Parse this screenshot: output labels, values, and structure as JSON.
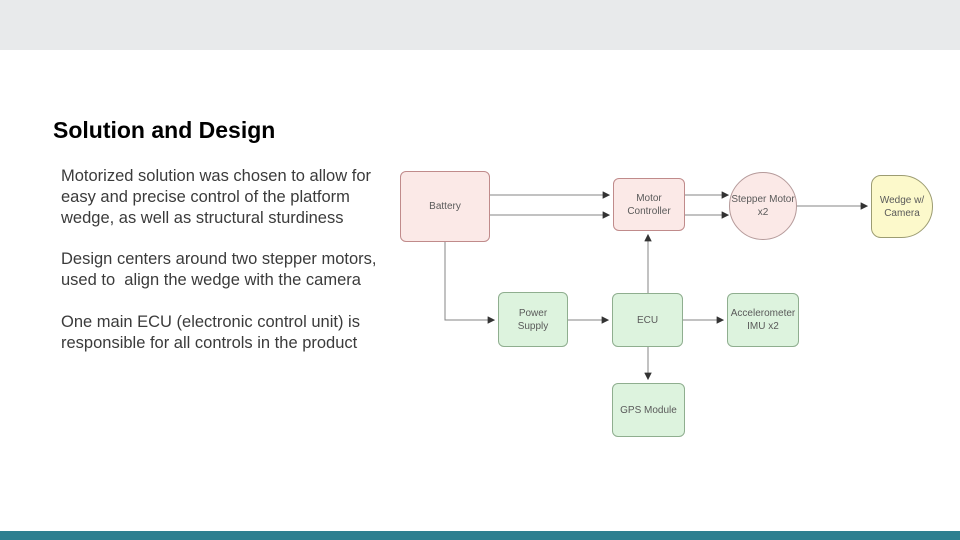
{
  "slide": {
    "title": "Solution and Design",
    "bullets": [
      "Motorized solution was chosen to allow for\neasy and precise control of the platform\nwedge, as well as structural sturdiness",
      "Design centers around two stepper motors,\nused to  align the wedge with the camera",
      "One main ECU (electronic control unit) is\nresponsible for all controls in the product"
    ]
  },
  "diagram": {
    "nodes": {
      "battery": {
        "label": "Battery",
        "shape": "rounded-rect",
        "color": "pink"
      },
      "motor_controller": {
        "label": "Motor\nController",
        "shape": "rounded-rect",
        "color": "pink"
      },
      "stepper_motor": {
        "label": "Stepper Motor\nx2",
        "shape": "circle",
        "color": "pink"
      },
      "wedge_camera": {
        "label": "Wedge w/\nCamera",
        "shape": "delay",
        "color": "yellow"
      },
      "power_supply": {
        "label": "Power\nSupply",
        "shape": "rounded-rect",
        "color": "green"
      },
      "ecu": {
        "label": "ECU",
        "shape": "rounded-rect",
        "color": "green"
      },
      "accelerometer": {
        "label": "Accelerometer\nIMU x2",
        "shape": "rounded-rect",
        "color": "green"
      },
      "gps_module": {
        "label": "GPS Module",
        "shape": "rounded-rect",
        "color": "green"
      }
    },
    "edges": [
      "battery -> motor_controller (double line)",
      "motor_controller -> stepper_motor (double line)",
      "stepper_motor -> wedge_camera",
      "battery -> power_supply",
      "power_supply -> ecu",
      "ecu -> motor_controller",
      "ecu -> accelerometer",
      "ecu -> gps_module"
    ]
  },
  "colors": {
    "top_bar": "#e8eaeb",
    "bottom_bar": "#2e7f90",
    "pink_fill": "#fbe9e7",
    "pink_stroke": "#c08b8b",
    "green_fill": "#ddf3de",
    "green_stroke": "#8fae8f",
    "yellow_fill": "#fcf9cb",
    "yellow_stroke": "#9c9c72",
    "edge_line": "#848484"
  }
}
